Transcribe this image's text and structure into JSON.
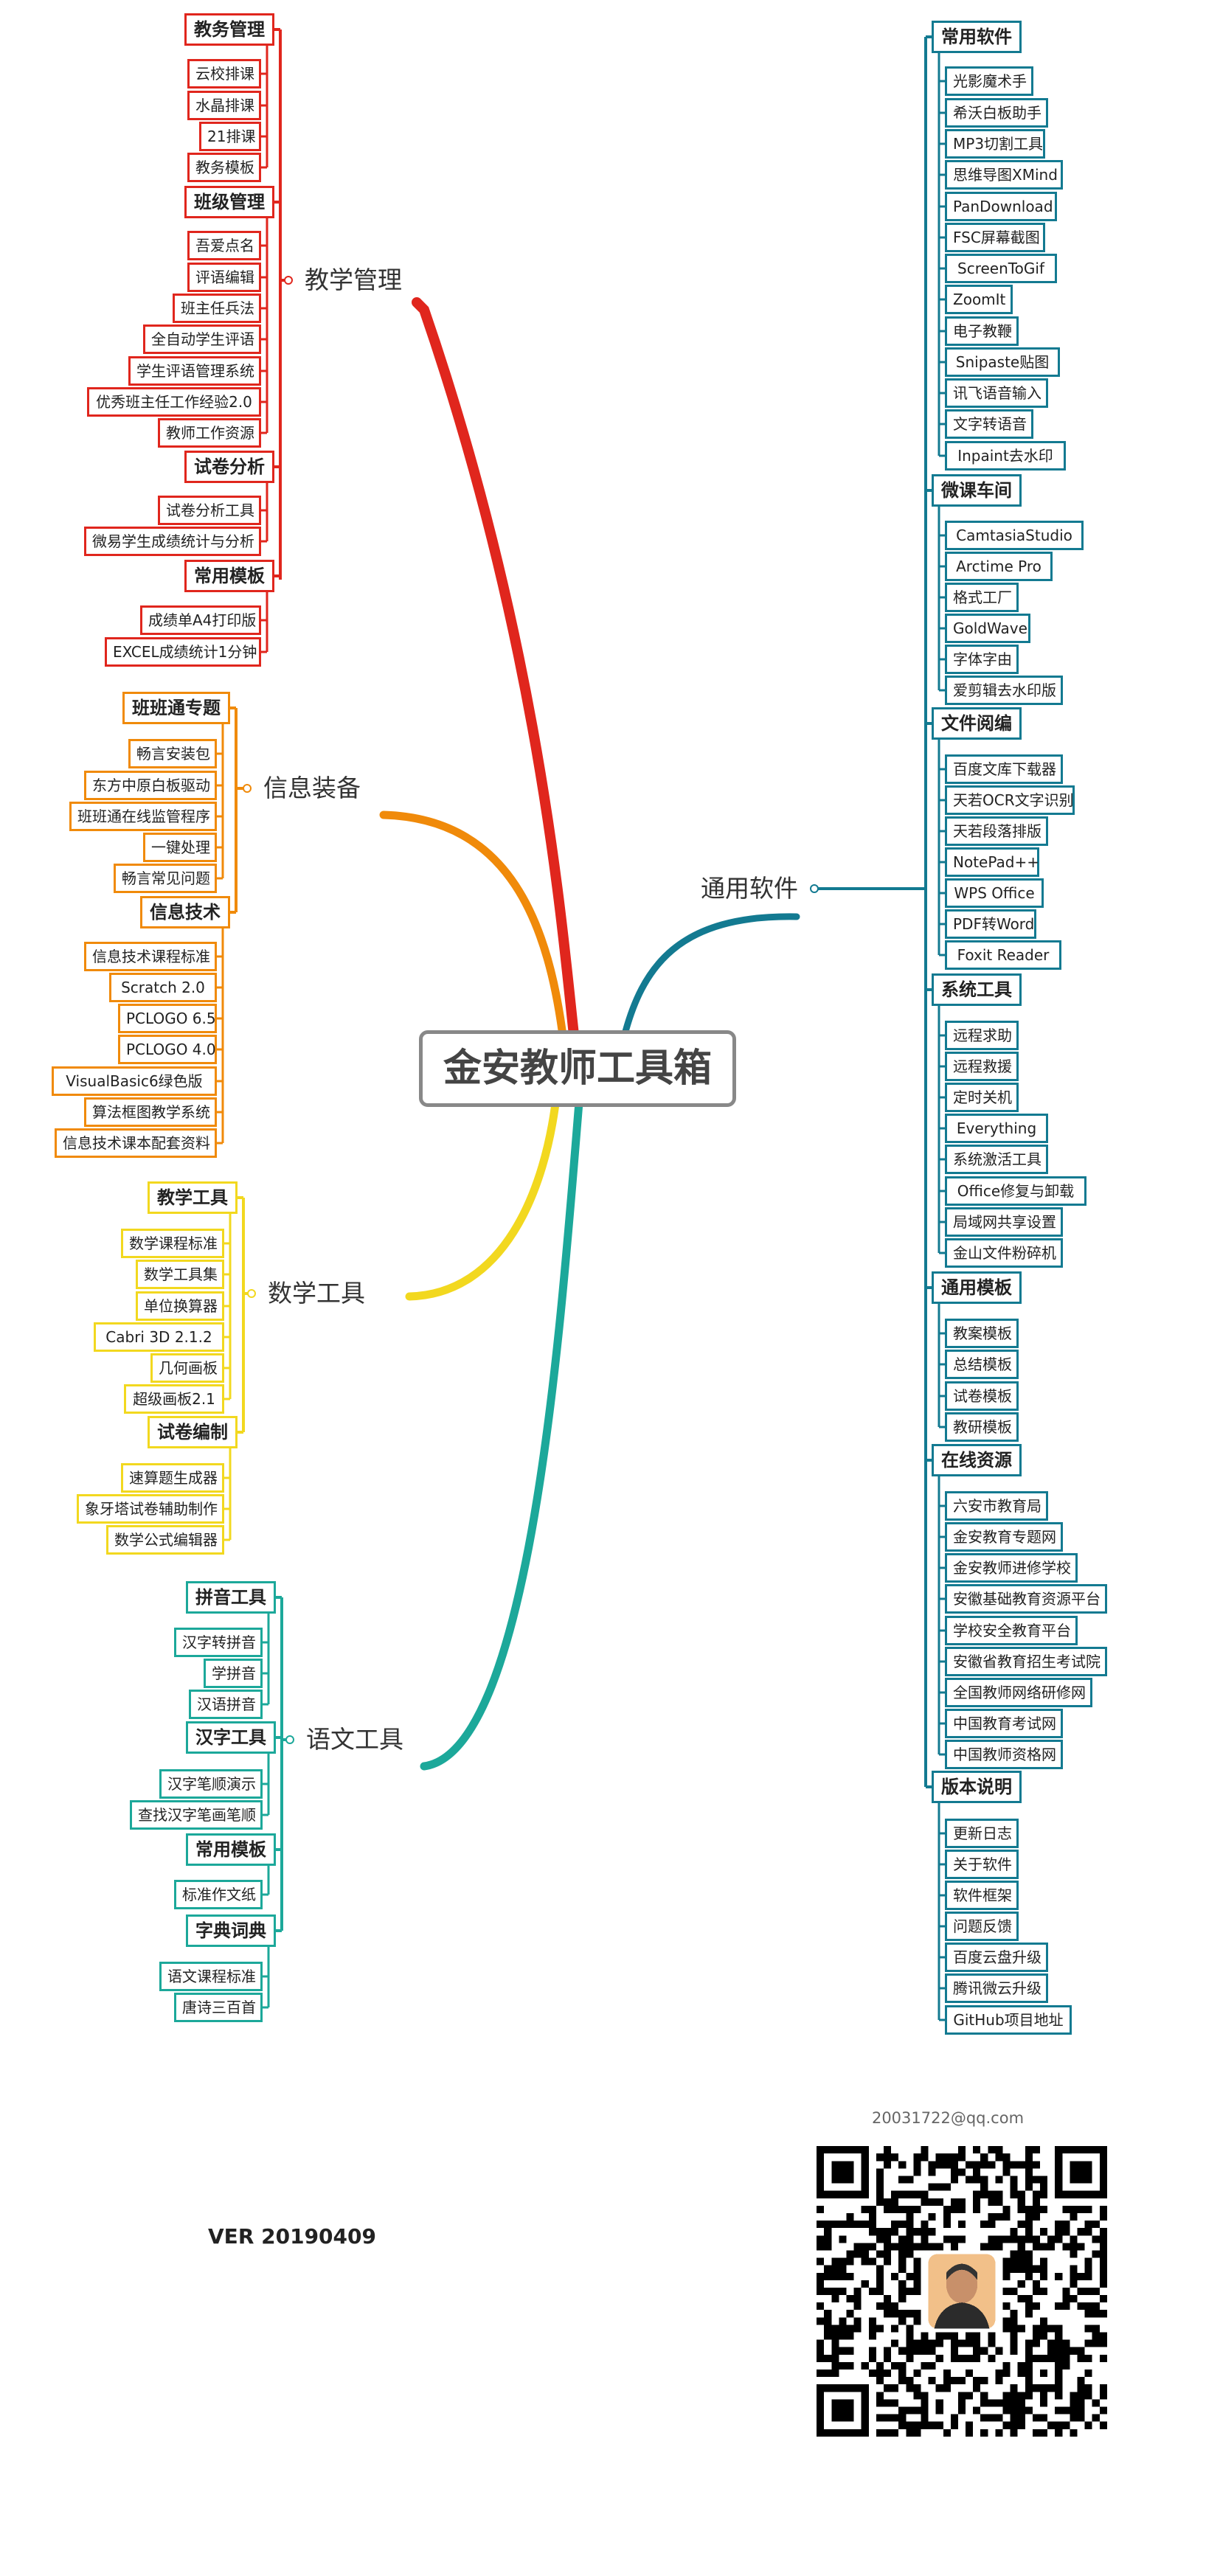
{
  "title": "金安教师工具箱",
  "footer": {
    "email": "20031722@qq.com",
    "version": "VER 20190409"
  },
  "colors": {
    "jiaoxue": "#e0261d",
    "xinxi": "#f08a0a",
    "shuxue": "#f2d81f",
    "yuwen": "#1ca89a",
    "tongyong": "#137a91"
  },
  "branches": {
    "jiaoxue": {
      "label": "教学管理",
      "groups": [
        {
          "label": "教务管理",
          "items": [
            "云校排课",
            "水晶排课",
            "21排课",
            "教务模板"
          ]
        },
        {
          "label": "班级管理",
          "items": [
            "吾爱点名",
            "评语编辑",
            "班主任兵法",
            "全自动学生评语",
            "学生评语管理系统",
            "优秀班主任工作经验2.0",
            "教师工作资源"
          ]
        },
        {
          "label": "试卷分析",
          "items": [
            "试卷分析工具",
            "微易学生成绩统计与分析"
          ]
        },
        {
          "label": "常用模板",
          "items": [
            "成绩单A4打印版",
            "EXCEL成绩统计1分钟"
          ]
        }
      ]
    },
    "xinxi": {
      "label": "信息装备",
      "groups": [
        {
          "label": "班班通专题",
          "items": [
            "畅言安装包",
            "东方中原白板驱动",
            "班班通在线监管程序",
            "一键处理",
            "畅言常见问题"
          ]
        },
        {
          "label": "信息技术",
          "items": [
            "信息技术课程标准",
            "Scratch 2.0",
            "PCLOGO 6.5",
            "PCLOGO 4.0",
            "VisualBasic6绿色版",
            "算法框图教学系统",
            "信息技术课本配套资料"
          ]
        }
      ]
    },
    "shuxue": {
      "label": "数学工具",
      "groups": [
        {
          "label": "教学工具",
          "items": [
            "数学课程标准",
            "数学工具集",
            "单位换算器",
            "Cabri 3D 2.1.2",
            "几何画板",
            "超级画板2.1"
          ]
        },
        {
          "label": "试卷编制",
          "items": [
            "速算题生成器",
            "象牙塔试卷辅助制作",
            "数学公式编辑器"
          ]
        }
      ]
    },
    "yuwen": {
      "label": "语文工具",
      "groups": [
        {
          "label": "拼音工具",
          "items": [
            "汉字转拼音",
            "学拼音",
            "汉语拼音"
          ]
        },
        {
          "label": "汉字工具",
          "items": [
            "汉字笔顺演示",
            "查找汉字笔画笔顺"
          ]
        },
        {
          "label": "常用模板",
          "items": [
            "标准作文纸"
          ]
        },
        {
          "label": "字典词典",
          "items": [
            "语文课程标准",
            "唐诗三百首"
          ]
        }
      ]
    },
    "tongyong": {
      "label": "通用软件",
      "groups": [
        {
          "label": "常用软件",
          "items": [
            "光影魔术手",
            "希沃白板助手",
            "MP3切割工具",
            "思维导图XMind",
            "PanDownload",
            "FSC屏幕截图",
            "ScreenToGif",
            "ZoomIt",
            "电子教鞭",
            "Snipaste贴图",
            "讯飞语音输入",
            "文字转语音",
            "Inpaint去水印"
          ]
        },
        {
          "label": "微课车间",
          "items": [
            "CamtasiaStudio",
            "Arctime Pro",
            "格式工厂",
            "GoldWave",
            "字体字由",
            "爱剪辑去水印版"
          ]
        },
        {
          "label": "文件阅编",
          "items": [
            "百度文库下载器",
            "天若OCR文字识别",
            "天若段落排版",
            "NotePad++",
            "WPS Office",
            "PDF转Word",
            "Foxit Reader"
          ]
        },
        {
          "label": "系统工具",
          "items": [
            "远程求助",
            "远程救援",
            "定时关机",
            "Everything",
            "系统激活工具",
            "Office修复与卸载",
            "局域网共享设置",
            "金山文件粉碎机"
          ]
        },
        {
          "label": "通用模板",
          "items": [
            "教案模板",
            "总结模板",
            "试卷模板",
            "教研模板"
          ]
        },
        {
          "label": "在线资源",
          "items": [
            "六安市教育局",
            "金安教育专题网",
            "金安教师进修学校",
            "安徽基础教育资源平台",
            "学校安全教育平台",
            "安徽省教育招生考试院",
            "全国教师网络研修网",
            "中国教育考试网",
            "中国教师资格网"
          ]
        },
        {
          "label": "版本说明",
          "items": [
            "更新日志",
            "关于软件",
            "软件框架",
            "问题反馈",
            "百度云盘升级",
            "腾讯微云升级",
            "GitHub项目地址"
          ]
        }
      ]
    }
  }
}
